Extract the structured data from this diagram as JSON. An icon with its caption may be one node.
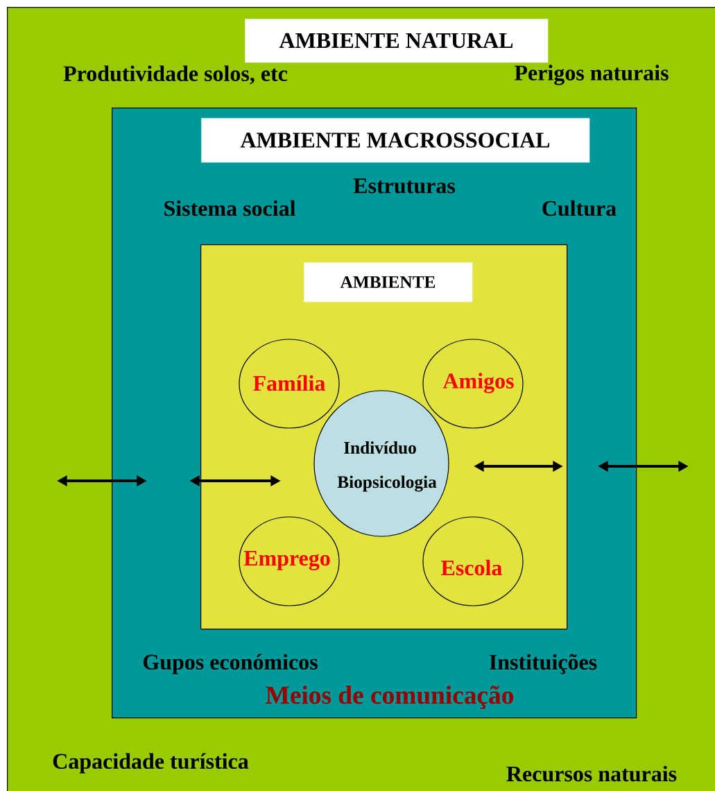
{
  "diagram": {
    "nodes": [
      {
        "text": [
          "AMBIENTE NATURAL",
          "Produtividade solos, etc",
          "Perigos naturais",
          "Capacidade turística",
          "Recursos naturais"
        ]
      },
      {
        "text": [
          "AMBIENTE MACROSSOCIAL",
          "Estruturas",
          "Sistema social",
          "Cultura",
          "Gupos económicos",
          "Instituições",
          "Meios de comunicação"
        ],
        "in": 0
      },
      {
        "text": [
          "AMBIENTE"
        ],
        "in": 1
      },
      {
        "text": [
          "Família"
        ],
        "in": 2
      },
      {
        "text": [
          "Amigos"
        ],
        "in": 2
      },
      {
        "text": [
          "Indivíduo",
          "Biopsicologia"
        ],
        "in": 2
      },
      {
        "text": [
          "Emprego"
        ],
        "in": 2
      },
      {
        "text": [
          "Escola"
        ],
        "in": 2
      }
    ]
  }
}
